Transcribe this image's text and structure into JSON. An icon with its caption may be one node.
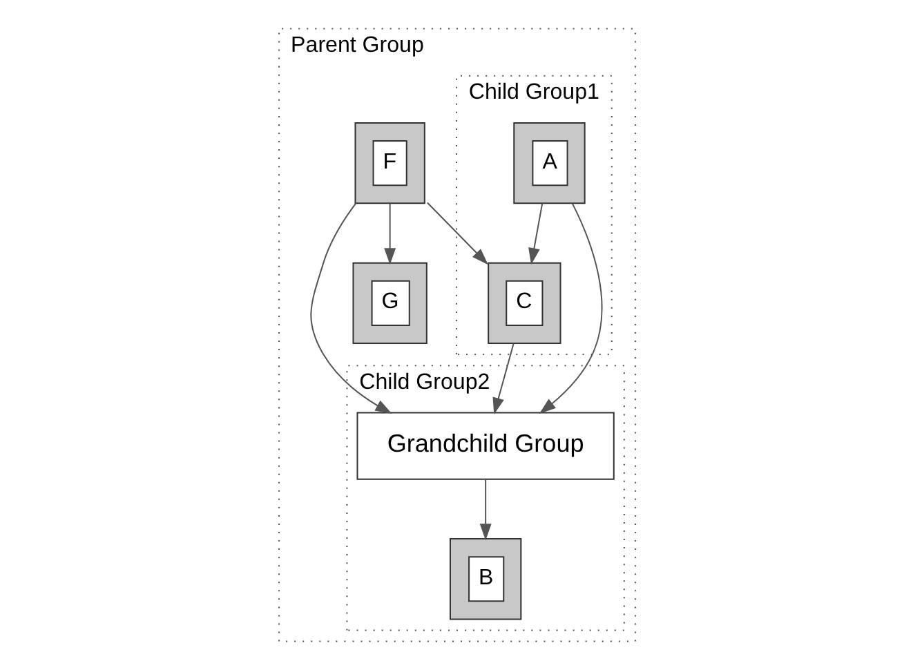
{
  "diagram": {
    "nodes": [
      {
        "text": [
          "Parent Group"
        ]
      },
      {
        "text": [
          "F"
        ],
        "in": 0
      },
      {
        "text": [
          "G"
        ],
        "in": 0
      },
      {
        "text": [
          "Child Group1"
        ],
        "in": 0
      },
      {
        "text": [
          "C"
        ],
        "in": 3
      },
      {
        "text": [
          "A"
        ],
        "in": 3
      },
      {
        "text": [
          "Child Group2"
        ],
        "in": 0
      },
      {
        "text": [
          "Grandchild Group"
        ],
        "in": 6
      },
      {
        "text": [
          "B"
        ],
        "in": 6
      }
    ],
    "edges": [
      {
        "from": 1,
        "to": 2,
        "arrow": "to"
      },
      {
        "from": 1,
        "to": 4,
        "arrow": "to"
      },
      {
        "from": 1,
        "to": 7,
        "arrow": "to"
      },
      {
        "from": 4,
        "to": 7,
        "arrow": "to"
      },
      {
        "from": 5,
        "to": 4,
        "arrow": "to"
      },
      {
        "from": 5,
        "to": 7,
        "arrow": "to"
      },
      {
        "from": 7,
        "to": 8,
        "arrow": "to"
      }
    ]
  }
}
